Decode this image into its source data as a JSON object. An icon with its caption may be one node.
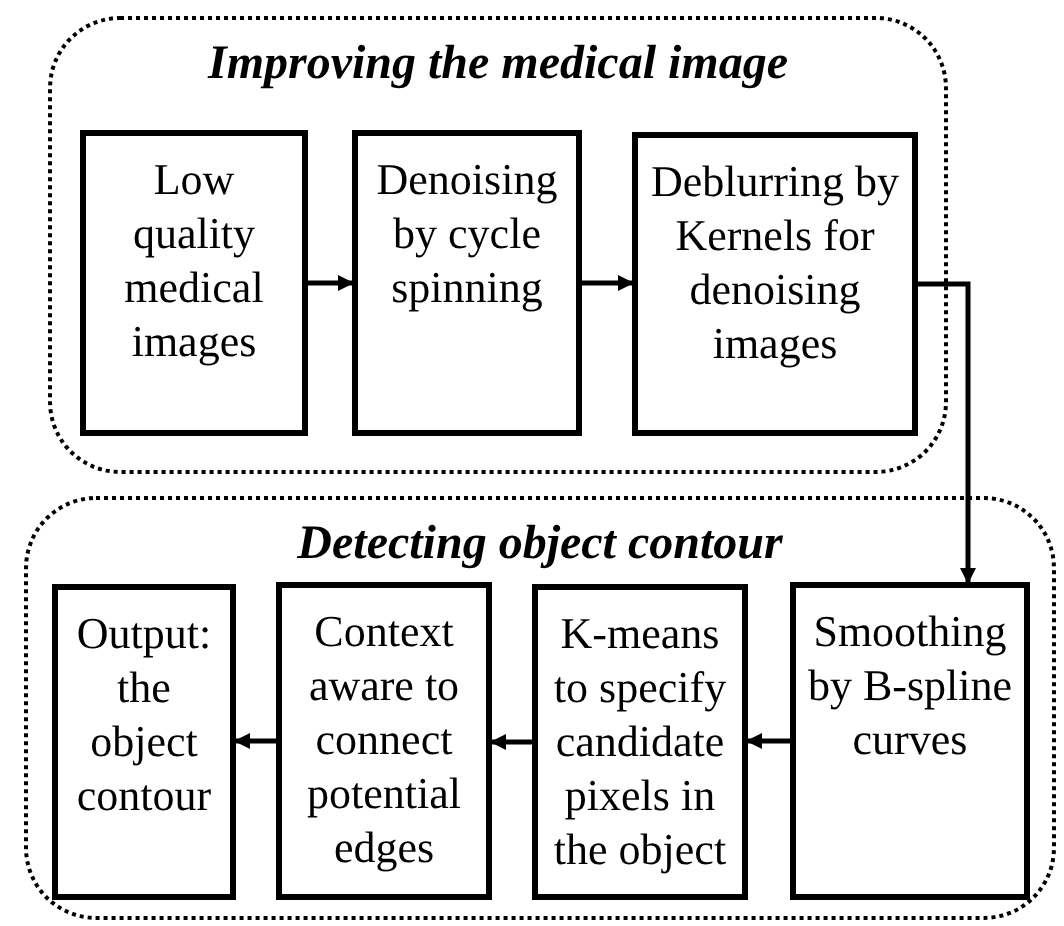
{
  "diagram": {
    "nodes": [
      {
        "text": [
          "Improving the medical image"
        ]
      },
      {
        "text": [
          "Low quality medical images"
        ],
        "in": 0
      },
      {
        "text": [
          "Denoising by cycle spinning"
        ],
        "in": 0
      },
      {
        "text": [
          "Deblurring by Kernels for denoising images"
        ],
        "in": 0
      },
      {
        "text": [
          "Detecting object contour"
        ]
      },
      {
        "text": [
          "Smoothing by B-spline curves"
        ],
        "in": 4
      },
      {
        "text": [
          "K-means to specify candidate pixels in the object"
        ],
        "in": 4
      },
      {
        "text": [
          "Context aware to connect potential edges"
        ],
        "in": 4
      },
      {
        "text": [
          "Output: the object contour"
        ],
        "in": 4
      }
    ],
    "edges": [
      {
        "from": 1,
        "to": 2,
        "arrow": "to"
      },
      {
        "from": 2,
        "to": 3,
        "arrow": "to"
      },
      {
        "from": 3,
        "to": 5,
        "arrow": "to"
      },
      {
        "from": 5,
        "to": 6,
        "arrow": "to"
      },
      {
        "from": 6,
        "to": 7,
        "arrow": "to"
      },
      {
        "from": 7,
        "to": 8,
        "arrow": "to"
      }
    ]
  }
}
